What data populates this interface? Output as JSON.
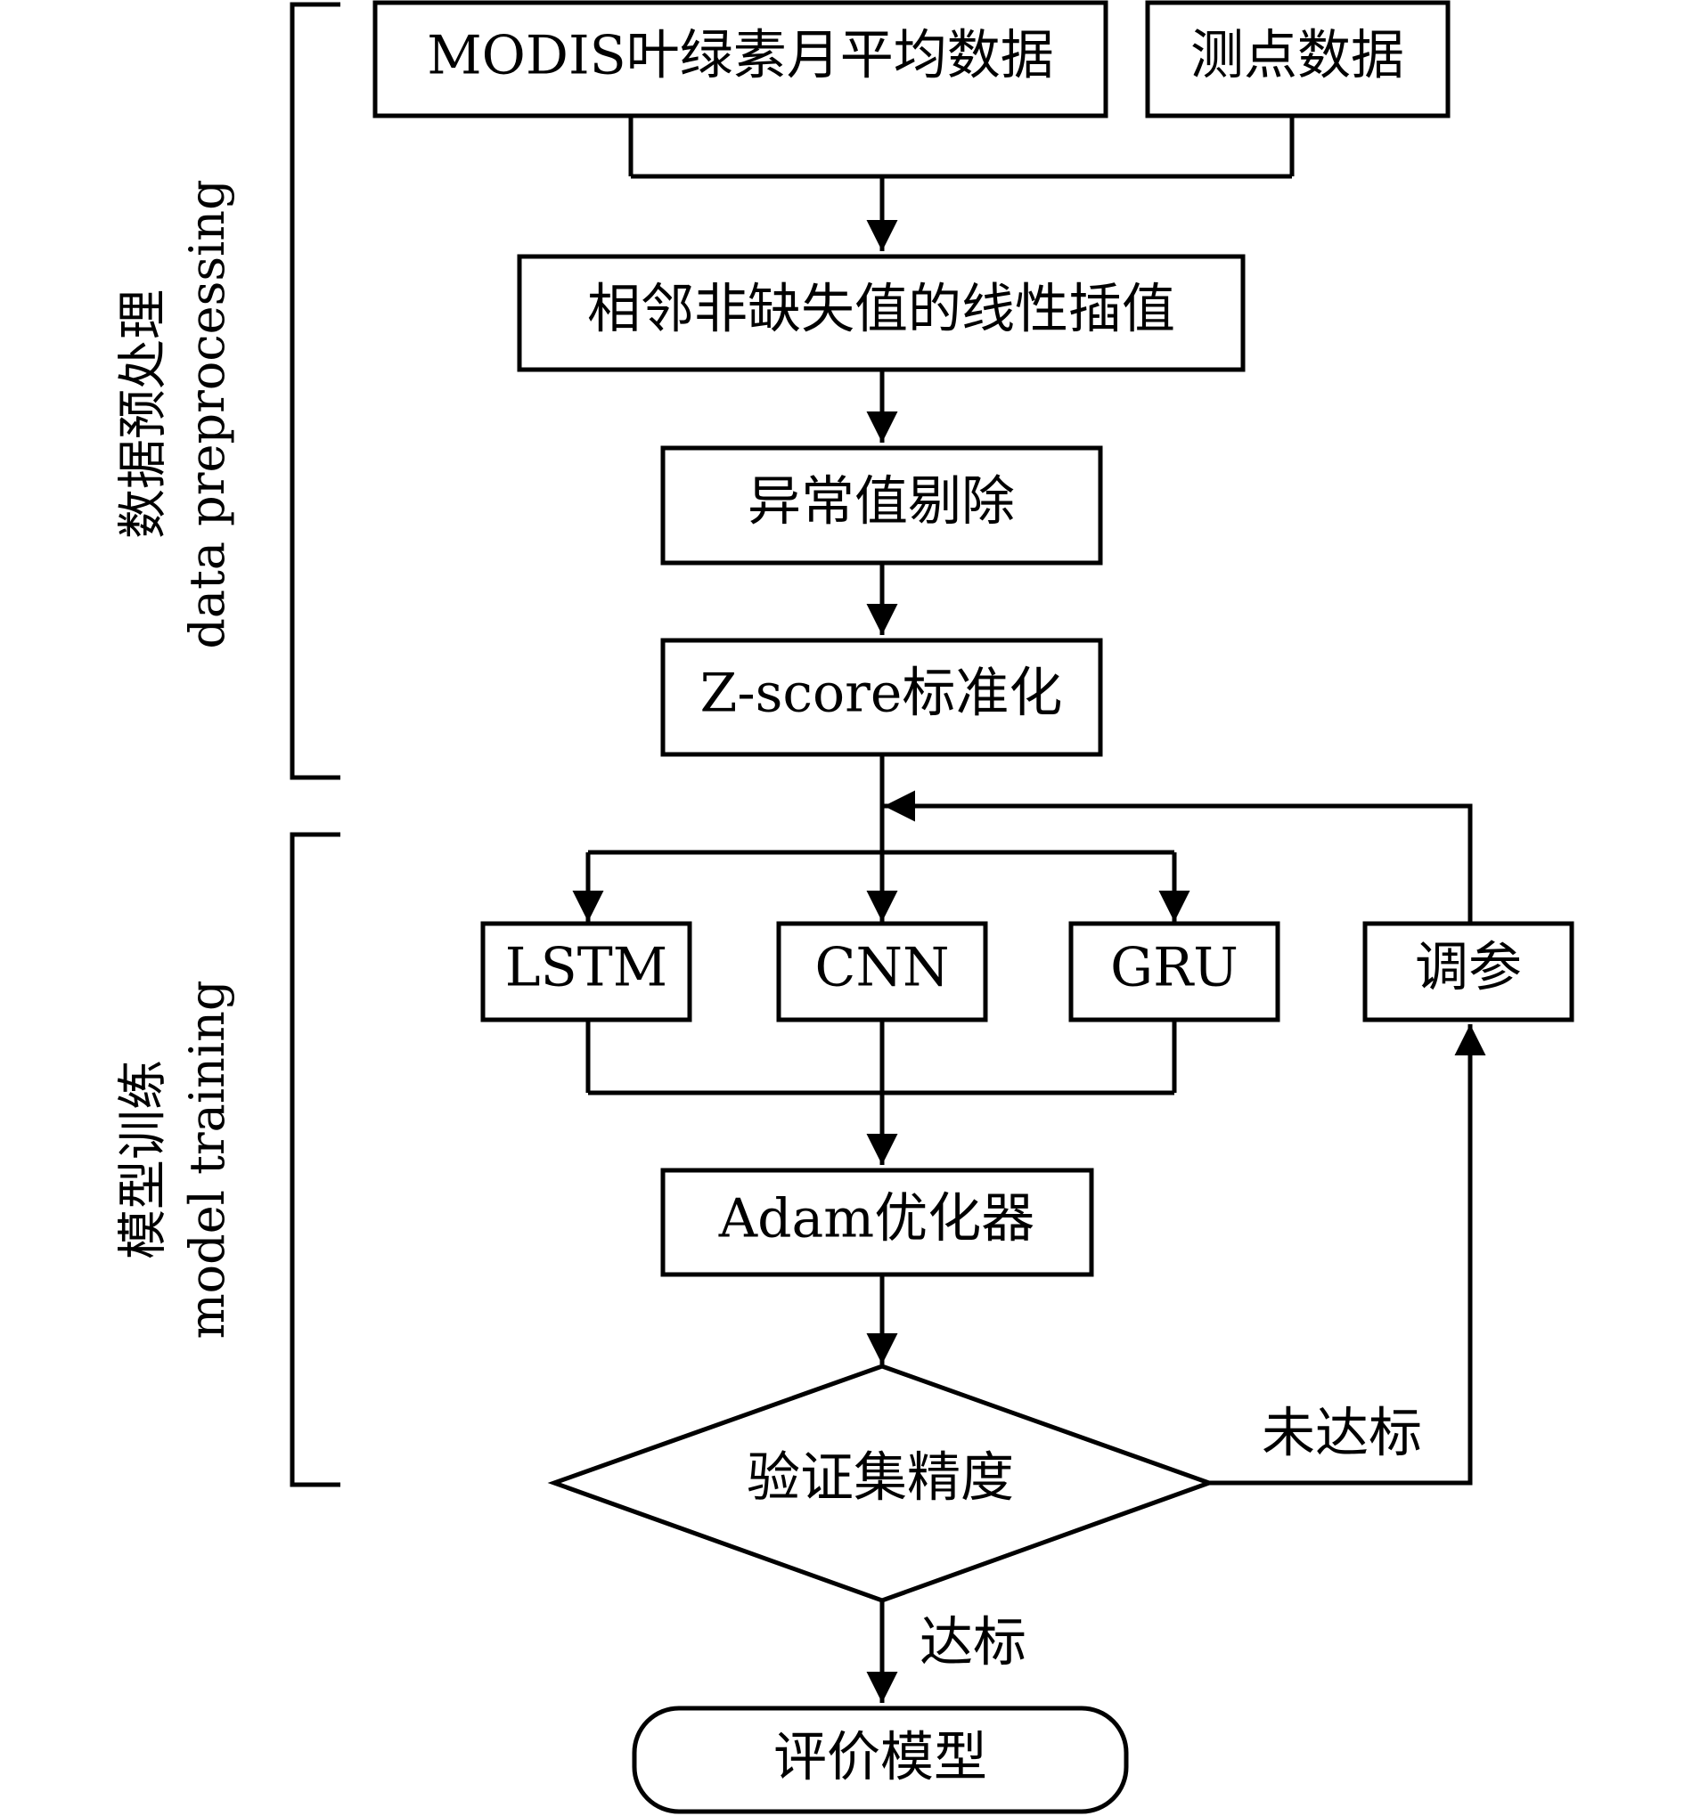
{
  "nodes": {
    "modis": "MODIS叶绿素月平均数据",
    "station": "测点数据",
    "interp": "相邻非缺失值的线性插值",
    "outlier": "异常值剔除",
    "zscore": "Z-score标准化",
    "lstm": "LSTM",
    "cnn": "CNN",
    "gru": "GRU",
    "tune": "调参",
    "adam": "Adam优化器",
    "validate": "验证集精度",
    "evaluate": "评价模型"
  },
  "edges": {
    "not_met": "未达标",
    "met": "达标"
  },
  "sections": {
    "preprocessing_cn": "数据预处理",
    "preprocessing_en": "data preprocessing",
    "training_cn": "模型训练",
    "training_en": "model training"
  },
  "colors": {
    "stroke": "#000000",
    "background": "#ffffff"
  }
}
